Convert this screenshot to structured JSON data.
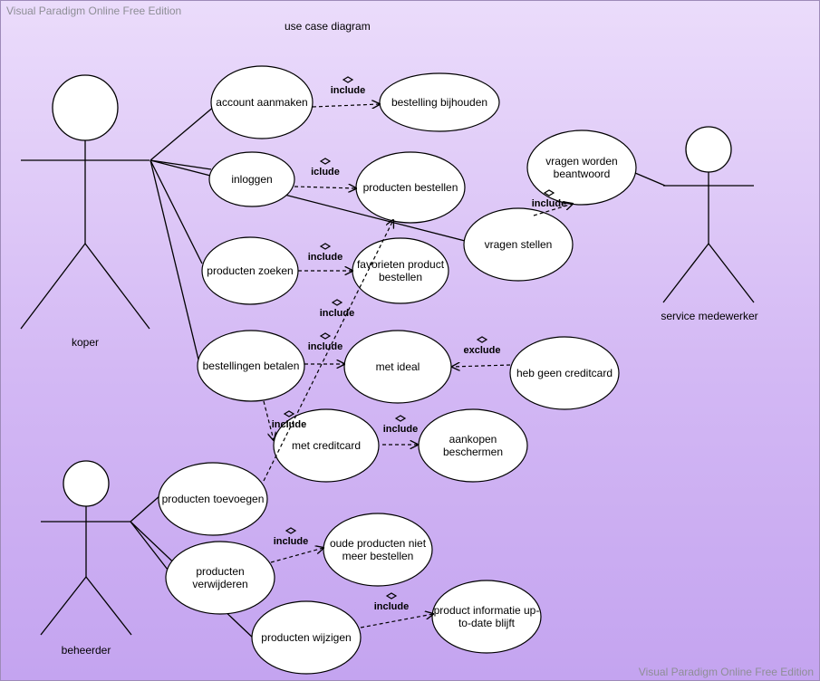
{
  "watermark": "Visual Paradigm Online Free Edition",
  "diagram_title": "use case diagram",
  "actors": [
    {
      "id": "koper",
      "label": "koper"
    },
    {
      "id": "service",
      "label": "service medewerker"
    },
    {
      "id": "beheerder",
      "label": "beheerder"
    }
  ],
  "use_cases": [
    {
      "id": "account",
      "lines": [
        "account  aanmaken"
      ]
    },
    {
      "id": "bijhouden",
      "lines": [
        "bestelling bijhouden"
      ]
    },
    {
      "id": "inloggen",
      "lines": [
        "inloggen"
      ]
    },
    {
      "id": "bestellen",
      "lines": [
        "producten bestellen"
      ]
    },
    {
      "id": "vragenworden",
      "lines": [
        "vragen worden",
        "beantwoord"
      ]
    },
    {
      "id": "vragenstellen",
      "lines": [
        "vragen stellen"
      ]
    },
    {
      "id": "zoeken",
      "lines": [
        "producten zoeken"
      ]
    },
    {
      "id": "favorieten",
      "lines": [
        "favorieten product",
        "bestellen"
      ]
    },
    {
      "id": "betalen",
      "lines": [
        "bestellingen betalen"
      ]
    },
    {
      "id": "ideal",
      "lines": [
        "met ideal"
      ]
    },
    {
      "id": "geencreditcard",
      "lines": [
        "heb  geen creditcard"
      ]
    },
    {
      "id": "creditcard",
      "lines": [
        "met creditcard"
      ]
    },
    {
      "id": "beschermen",
      "lines": [
        "aankopen",
        "beschermen"
      ]
    },
    {
      "id": "toevoegen",
      "lines": [
        "producten toevoegen"
      ]
    },
    {
      "id": "verwijderen",
      "lines": [
        "producten",
        "verwijderen"
      ]
    },
    {
      "id": "oude",
      "lines": [
        "oude producten niet",
        "meer bestellen"
      ]
    },
    {
      "id": "wijzigen",
      "lines": [
        "producten wijzigen"
      ]
    },
    {
      "id": "uptodate",
      "lines": [
        "product informatie up-",
        "to-date blijft"
      ]
    }
  ],
  "associations": [
    {
      "actor": "koper",
      "use_case": "account"
    },
    {
      "actor": "koper",
      "use_case": "inloggen"
    },
    {
      "actor": "koper",
      "use_case": "vragenstellen"
    },
    {
      "actor": "koper",
      "use_case": "zoeken"
    },
    {
      "actor": "koper",
      "use_case": "betalen"
    },
    {
      "actor": "service",
      "use_case": "vragenworden"
    },
    {
      "actor": "beheerder",
      "use_case": "toevoegen"
    },
    {
      "actor": "beheerder",
      "use_case": "verwijderen"
    },
    {
      "actor": "beheerder",
      "use_case": "wijzigen"
    }
  ],
  "dependencies": [
    {
      "from": "account",
      "to": "bijhouden",
      "label": "include"
    },
    {
      "from": "inloggen",
      "to": "bestellen",
      "label": "iclude"
    },
    {
      "from": "vragenstellen",
      "to": "vragenworden",
      "label": "include"
    },
    {
      "from": "zoeken",
      "to": "favorieten",
      "label": "include"
    },
    {
      "from": "toevoegen",
      "to": "bestellen",
      "label": "include"
    },
    {
      "from": "betalen",
      "to": "ideal",
      "label": "include"
    },
    {
      "from": "geencreditcard",
      "to": "ideal",
      "label": "exclude"
    },
    {
      "from": "betalen",
      "to": "creditcard",
      "label": "include"
    },
    {
      "from": "creditcard",
      "to": "beschermen",
      "label": "include"
    },
    {
      "from": "verwijderen",
      "to": "oude",
      "label": "include"
    },
    {
      "from": "wijzigen",
      "to": "uptodate",
      "label": "include"
    }
  ]
}
